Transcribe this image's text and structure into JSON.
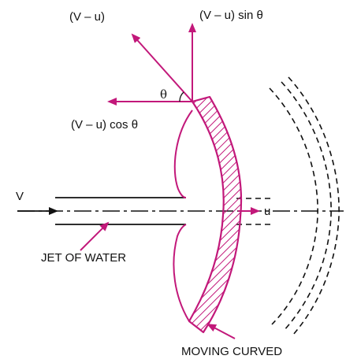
{
  "diagram": {
    "labels": {
      "relative_velocity": "(V – u)",
      "relative_velocity_sin": "(V – u) sin θ",
      "theta": "θ",
      "relative_velocity_cos": "(V – u) cos θ",
      "jet_velocity": "V",
      "vane_velocity": "u",
      "jet_of_water": "JET OF WATER",
      "moving_curved": "MOVING CURVED"
    },
    "colors": {
      "magenta": "#c2187a",
      "line": "#111111",
      "background": "#ffffff"
    }
  }
}
